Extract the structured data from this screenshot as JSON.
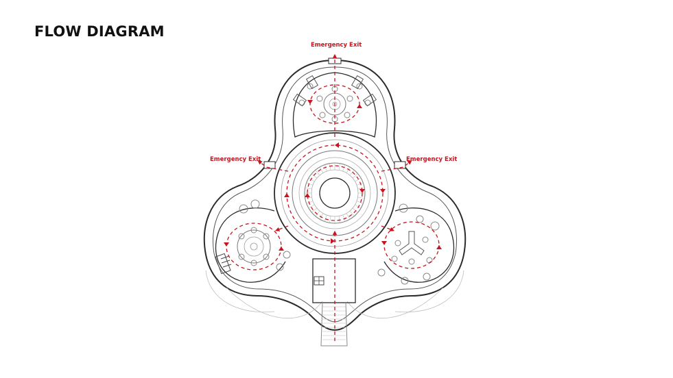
{
  "title": "FLOW DIAGRAM",
  "exits": {
    "top": "Emergency Exit",
    "left": "Emergency Exit",
    "right": "Emergency Exit"
  },
  "colors": {
    "line": "#2b2b2b",
    "fine_line": "#9a9a9a",
    "flow": "#c8141e",
    "background": "#ffffff"
  }
}
